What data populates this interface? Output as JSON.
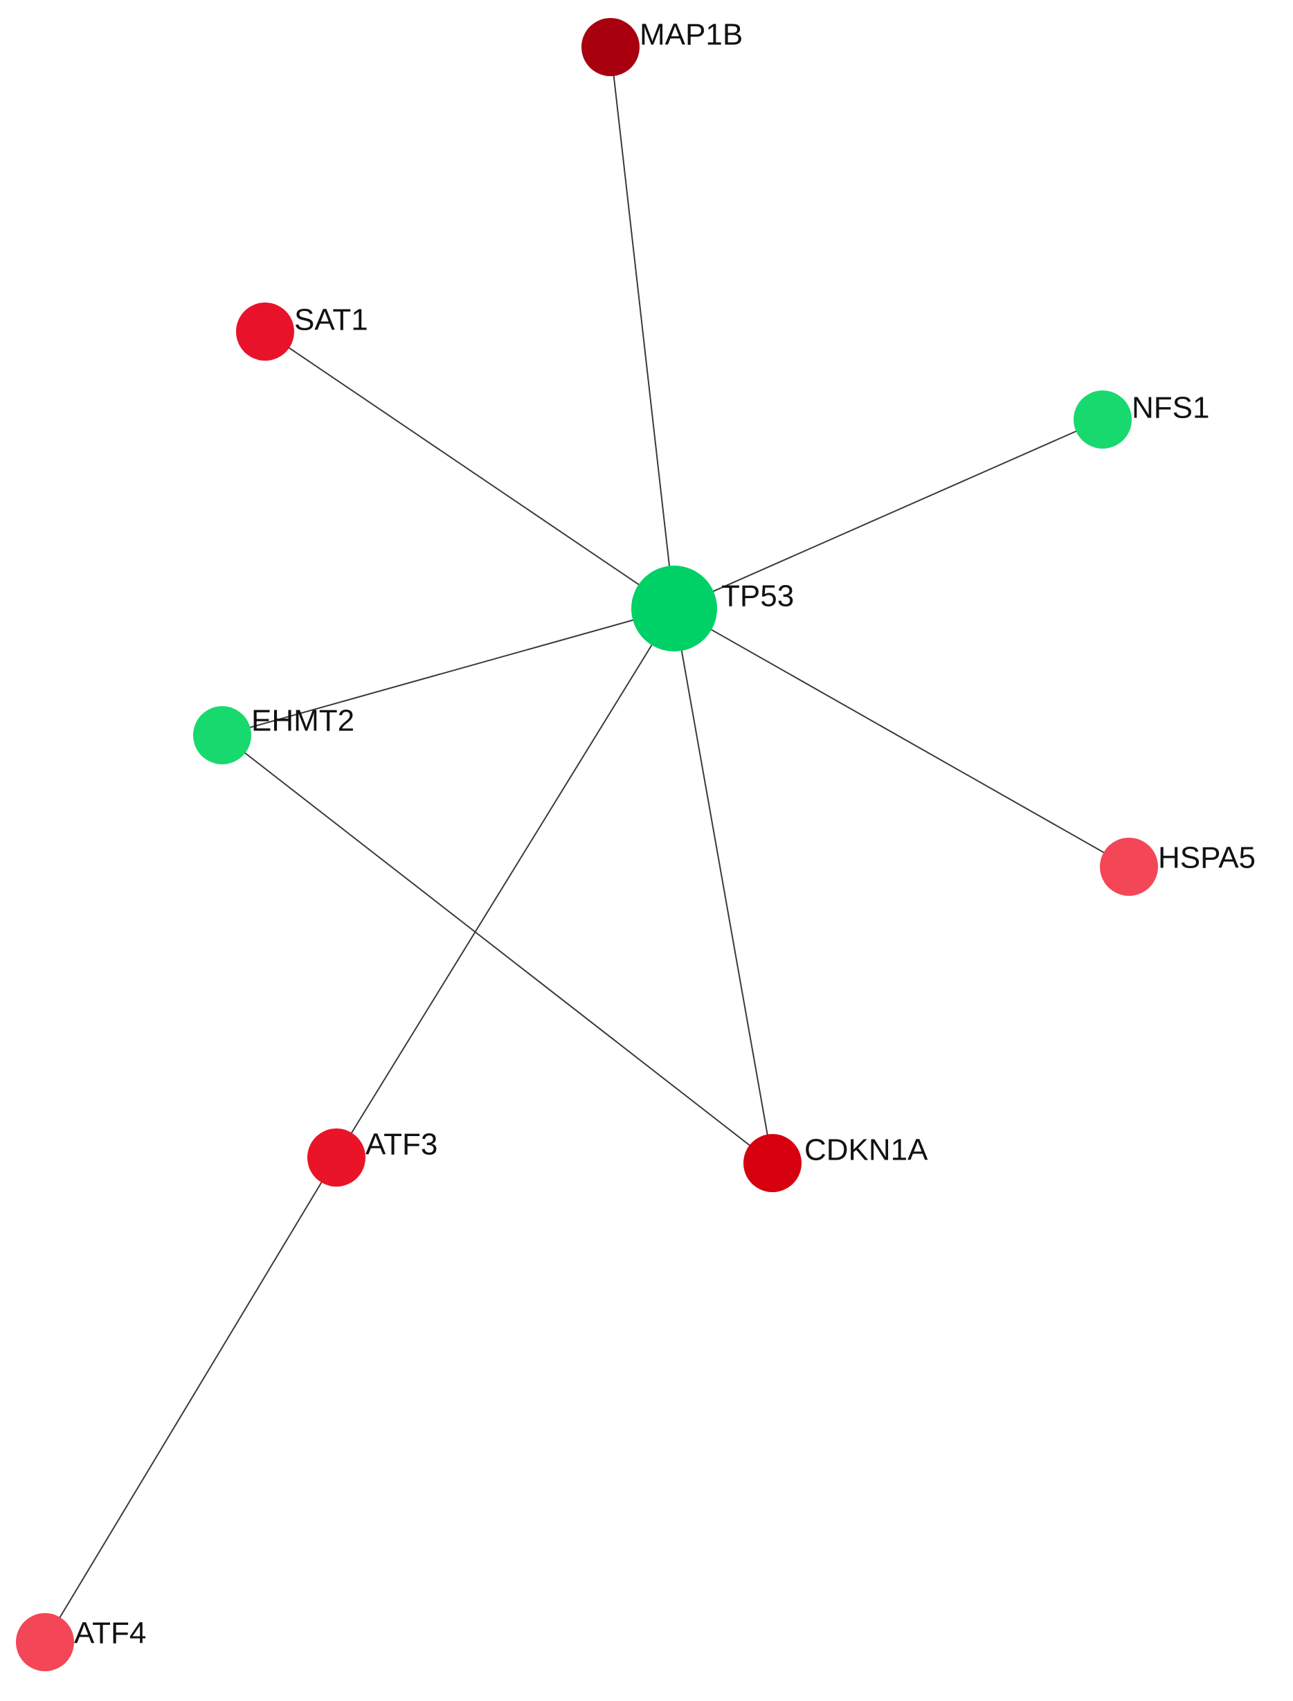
{
  "nodes": [
    {
      "id": "MAP1B",
      "label": "MAP1B",
      "color": "#a8000f"
    },
    {
      "id": "SAT1",
      "label": "SAT1",
      "color": "#e8122a"
    },
    {
      "id": "NFS1",
      "label": "NFS1",
      "color": "#18d96e"
    },
    {
      "id": "TP53",
      "label": "TP53",
      "color": "#00d166"
    },
    {
      "id": "EHMT2",
      "label": "EHMT2",
      "color": "#18d96e"
    },
    {
      "id": "HSPA5",
      "label": "HSPA5",
      "color": "#f34657"
    },
    {
      "id": "ATF3",
      "label": "ATF3",
      "color": "#ea1428"
    },
    {
      "id": "CDKN1A",
      "label": "CDKN1A",
      "color": "#d6000e"
    },
    {
      "id": "ATF4",
      "label": "ATF4",
      "color": "#f34657"
    }
  ],
  "edges": [
    {
      "from": "TP53",
      "to": "MAP1B"
    },
    {
      "from": "TP53",
      "to": "SAT1"
    },
    {
      "from": "TP53",
      "to": "NFS1"
    },
    {
      "from": "TP53",
      "to": "EHMT2"
    },
    {
      "from": "TP53",
      "to": "HSPA5"
    },
    {
      "from": "TP53",
      "to": "ATF3"
    },
    {
      "from": "TP53",
      "to": "CDKN1A"
    },
    {
      "from": "EHMT2",
      "to": "CDKN1A"
    },
    {
      "from": "ATF3",
      "to": "ATF4"
    }
  ]
}
